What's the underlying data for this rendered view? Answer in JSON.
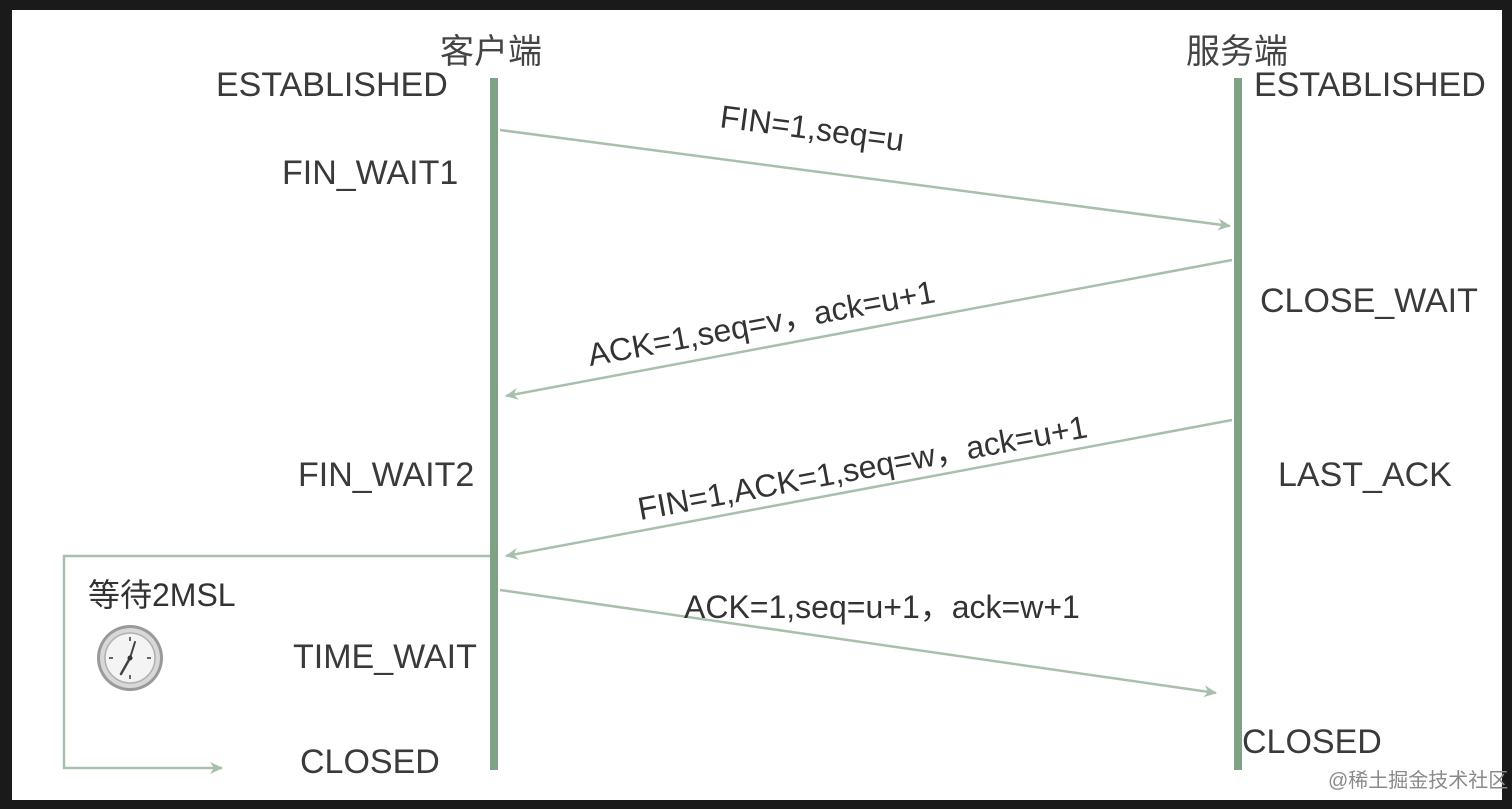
{
  "parties": {
    "client": "客户端",
    "server": "服务端"
  },
  "client_states": {
    "established": "ESTABLISHED",
    "fin_wait1": "FIN_WAIT1",
    "fin_wait2": "FIN_WAIT2",
    "time_wait": "TIME_WAIT",
    "closed": "CLOSED"
  },
  "server_states": {
    "established": "ESTABLISHED",
    "close_wait": "CLOSE_WAIT",
    "last_ack": "LAST_ACK",
    "closed": "CLOSED"
  },
  "messages": {
    "m1": "FIN=1,seq=u",
    "m2": "ACK=1,seq=v，ack=u+1",
    "m3": "FIN=1,ACK=1,seq=w，ack=u+1",
    "m4": "ACK=1,seq=u+1，ack=w+1"
  },
  "wait_box": {
    "label": "等待2MSL",
    "icon": "clock-icon"
  },
  "watermark": "@稀土掘金技术社区",
  "colors": {
    "lifeline": "#7fa287",
    "arrow": "#a7bfab",
    "background": "#ffffff",
    "frame": "#1a1a1a"
  }
}
